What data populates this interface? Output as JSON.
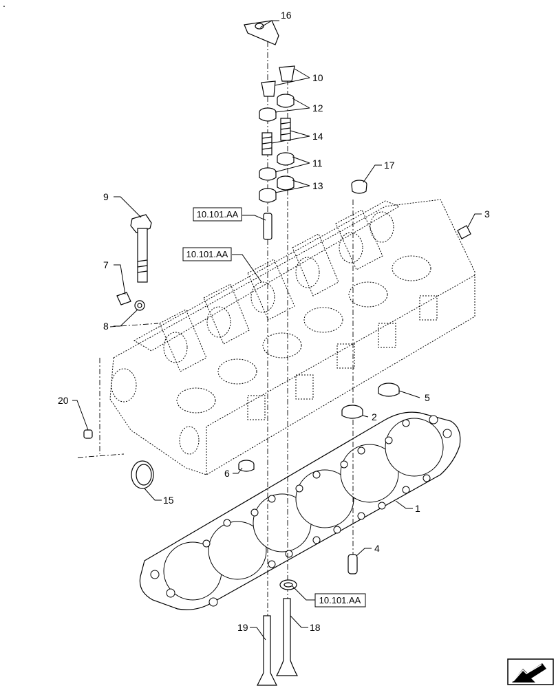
{
  "diagram": {
    "callouts": {
      "c1": "1",
      "c2": "2",
      "c3": "3",
      "c4": "4",
      "c5": "5",
      "c6": "6",
      "c7": "7",
      "c8": "8",
      "c9": "9",
      "c10": "10",
      "c11": "11",
      "c12": "12",
      "c13": "13",
      "c14": "14",
      "c15": "15",
      "c16": "16",
      "c17": "17",
      "c18": "18",
      "c19": "19",
      "c20": "20"
    },
    "references": {
      "ref_a": "10.101.AA",
      "ref_b": "10.101.AA",
      "ref_c": "10.101.AA"
    },
    "corner_mark": "."
  }
}
